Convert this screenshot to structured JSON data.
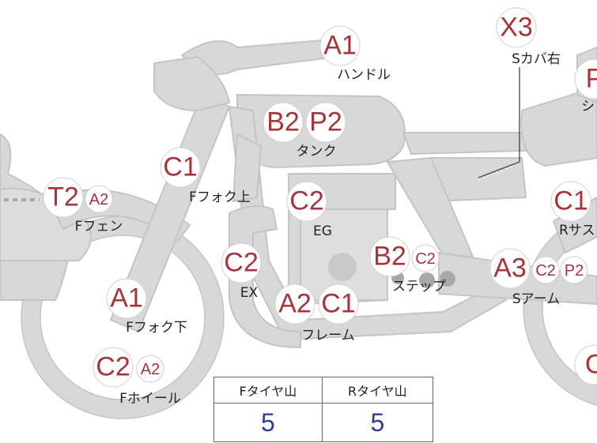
{
  "parts": [
    {
      "label": "ハンドル",
      "badges": [
        "A1"
      ]
    },
    {
      "label": "Sカバ右",
      "badges": [
        "X3"
      ]
    },
    {
      "label": "シ",
      "badges": [
        "P"
      ]
    },
    {
      "label": "タンク",
      "badges": [
        "B2",
        "P2"
      ]
    },
    {
      "label": "Fフォク上",
      "badges": [
        "C1"
      ]
    },
    {
      "label": "Fフェン",
      "badges": [
        "T2",
        "A2"
      ]
    },
    {
      "label": "EG",
      "badges": [
        "C2"
      ]
    },
    {
      "label": "Rサス",
      "badges": [
        "C1"
      ]
    },
    {
      "label": "EX",
      "badges": [
        "C2"
      ]
    },
    {
      "label": "ステップ",
      "badges": [
        "B2",
        "C2"
      ]
    },
    {
      "label": "Sアーム",
      "badges": [
        "A3",
        "C2",
        "P2"
      ]
    },
    {
      "label": "Fフォク下",
      "badges": [
        "A1"
      ]
    },
    {
      "label": "フレーム",
      "badges": [
        "A2",
        "C1"
      ]
    },
    {
      "label": "Fホイール",
      "badges": [
        "C2",
        "A2"
      ]
    },
    {
      "label": "",
      "badges": [
        "C"
      ]
    }
  ],
  "tire_table": {
    "headers": [
      "Fタイヤ山",
      "Rタイヤ山"
    ],
    "values": [
      "5",
      "5"
    ]
  },
  "colors": {
    "badge_text": "#a8343b",
    "bike_fill": "#d8d8d8",
    "bike_stroke": "#c6c6c6",
    "value_text": "#2f3e8f"
  }
}
